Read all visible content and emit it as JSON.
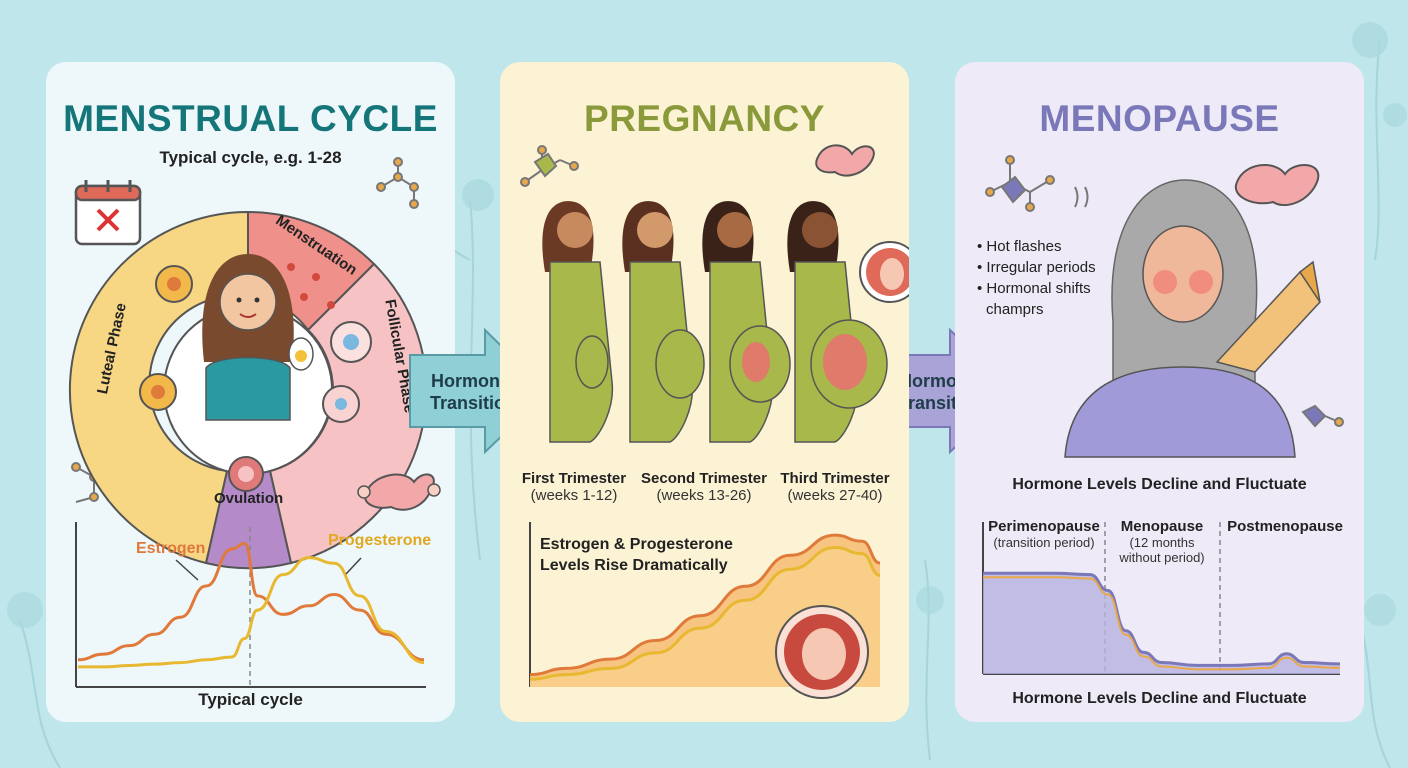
{
  "menstrual": {
    "title": "MENSTRUAL CYCLE",
    "subtitle": "Typical cycle, e.g. 1-28",
    "phases": {
      "menstruation": "Menstruation",
      "follicular": "Follicular Phase",
      "ovulation": "Ovulation",
      "luteal": "Luteal Phase"
    },
    "chart": {
      "estrogen_label": "Estrogen",
      "progesterone_label": "Progesterone",
      "xlabel": "Typical cycle"
    }
  },
  "transition": {
    "left_label": "Hormonal Transition",
    "right_label": "Hormonal Transition"
  },
  "pregnancy": {
    "title": "PREGNANCY",
    "trimesters": [
      {
        "name": "First Trimester",
        "weeks": "(weeks 1-12)"
      },
      {
        "name": "Second Trimester",
        "weeks": "(weeks 13-26)"
      },
      {
        "name": "Third Trimester",
        "weeks": "(weeks 27-40)"
      }
    ],
    "chart_label_line1": "Estrogen & Progesterone",
    "chart_label_line2": "Levels Rise Dramatically"
  },
  "menopause": {
    "title": "MENOPAUSE",
    "symptoms": [
      "• Hot flashes",
      "• Irregular periods",
      "• Hormonal shifts",
      "champrs"
    ],
    "heading": "Hormone Levels Decline and Fluctuate",
    "stages": [
      {
        "name": "Perimenopause",
        "detail": "(transition period)"
      },
      {
        "name": "Menopause",
        "detail": "(12 months",
        "detail2": "without period)"
      },
      {
        "name": "Postmenopause"
      }
    ],
    "footer": "Hormone Levels Decline and Fluctuate"
  },
  "colors": {
    "estrogen": "#e07a3a",
    "progesterone": "#e8b830",
    "teal": "#15767a",
    "olive": "#8a9a3a",
    "lavender": "#7a78b8"
  },
  "chart_data": [
    {
      "type": "line",
      "x": [
        1,
        3,
        5,
        7,
        9,
        11,
        13,
        14,
        15,
        17,
        19,
        21,
        23,
        25,
        28
      ],
      "series": [
        {
          "name": "Estrogen",
          "values": [
            0.1,
            0.14,
            0.2,
            0.28,
            0.4,
            0.62,
            0.88,
            0.92,
            0.55,
            0.42,
            0.48,
            0.56,
            0.45,
            0.28,
            0.1
          ]
        },
        {
          "name": "Progesterone",
          "values": [
            0.05,
            0.05,
            0.06,
            0.07,
            0.08,
            0.1,
            0.12,
            0.25,
            0.45,
            0.7,
            0.82,
            0.78,
            0.55,
            0.3,
            0.08
          ]
        }
      ],
      "xlabel": "Typical cycle"
    },
    {
      "type": "area",
      "x": [
        1,
        5,
        10,
        15,
        20,
        25,
        30,
        35,
        38,
        40
      ],
      "series": [
        {
          "name": "",
          "values": [
            0.08,
            0.12,
            0.18,
            0.3,
            0.46,
            0.65,
            0.85,
            0.98,
            0.94,
            0.8
          ]
        },
        {
          "name": "",
          "values": [
            0.05,
            0.08,
            0.12,
            0.22,
            0.38,
            0.56,
            0.76,
            0.9,
            0.86,
            0.72
          ]
        }
      ]
    },
    {
      "type": "area",
      "x": [
        0,
        10,
        20,
        30,
        35,
        40,
        45,
        50,
        60,
        70,
        80,
        85,
        90,
        100
      ],
      "series": [
        {
          "name": "",
          "values": [
            0.7,
            0.7,
            0.7,
            0.69,
            0.58,
            0.3,
            0.15,
            0.08,
            0.06,
            0.06,
            0.07,
            0.14,
            0.08,
            0.07
          ]
        }
      ]
    }
  ]
}
